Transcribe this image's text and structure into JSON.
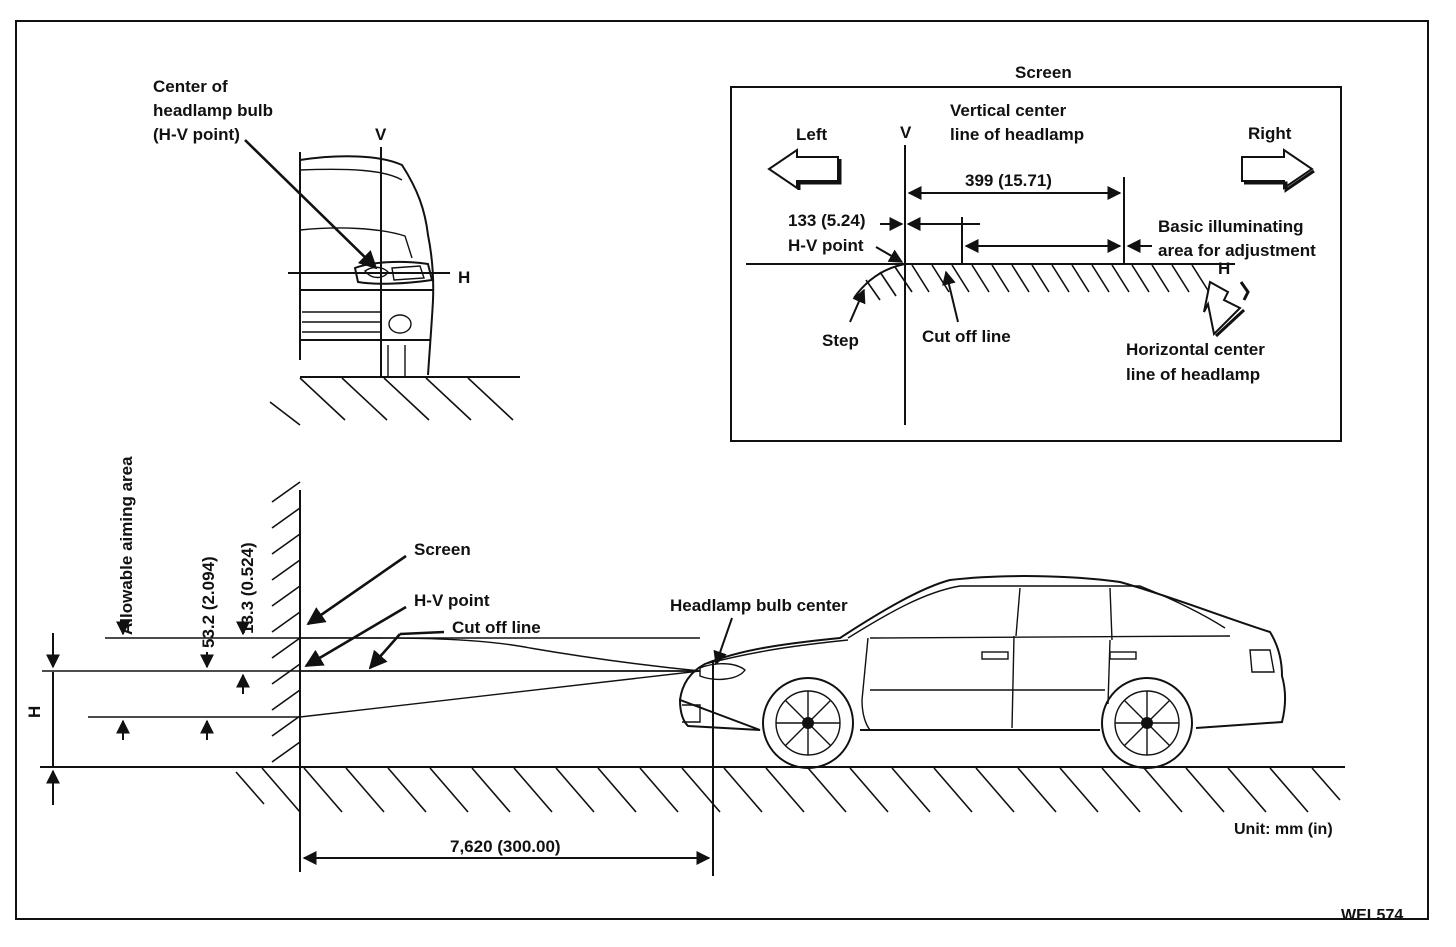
{
  "figure_code": "WEL574",
  "unit_note": "Unit: mm (in)",
  "front_view": {
    "bulb_center_label": [
      "Center of",
      "headlamp  bulb",
      "(H-V point)"
    ],
    "v_label": "V",
    "h_label": "H"
  },
  "screen_panel": {
    "title": "Screen",
    "left_label": "Left",
    "right_label": "Right",
    "v_label": "V",
    "vertical_center_label": [
      "Vertical center",
      "line of headlamp"
    ],
    "dim_399": "399 (15.71)",
    "dim_133": "133 (5.24)",
    "hv_point_label": "H-V point",
    "basic_area_label": [
      "Basic illuminating",
      "area for adjustment"
    ],
    "h_label": "H",
    "step_label": "Step",
    "cutoff_label": "Cut off line",
    "horizontal_center_label": [
      "Horizontal center",
      "line of headlamp"
    ]
  },
  "side_view": {
    "aiming_area_label": "Allowable aiming area",
    "dim_53": "53.2 (2.094)",
    "dim_13": "13.3 (0.524)",
    "h_label": "H",
    "screen_label": "Screen",
    "hv_point_label": "H-V point",
    "cutoff_label": "Cut off line",
    "bulb_center_label": "Headlamp bulb center",
    "distance_label": "7,620 (300.00)"
  }
}
